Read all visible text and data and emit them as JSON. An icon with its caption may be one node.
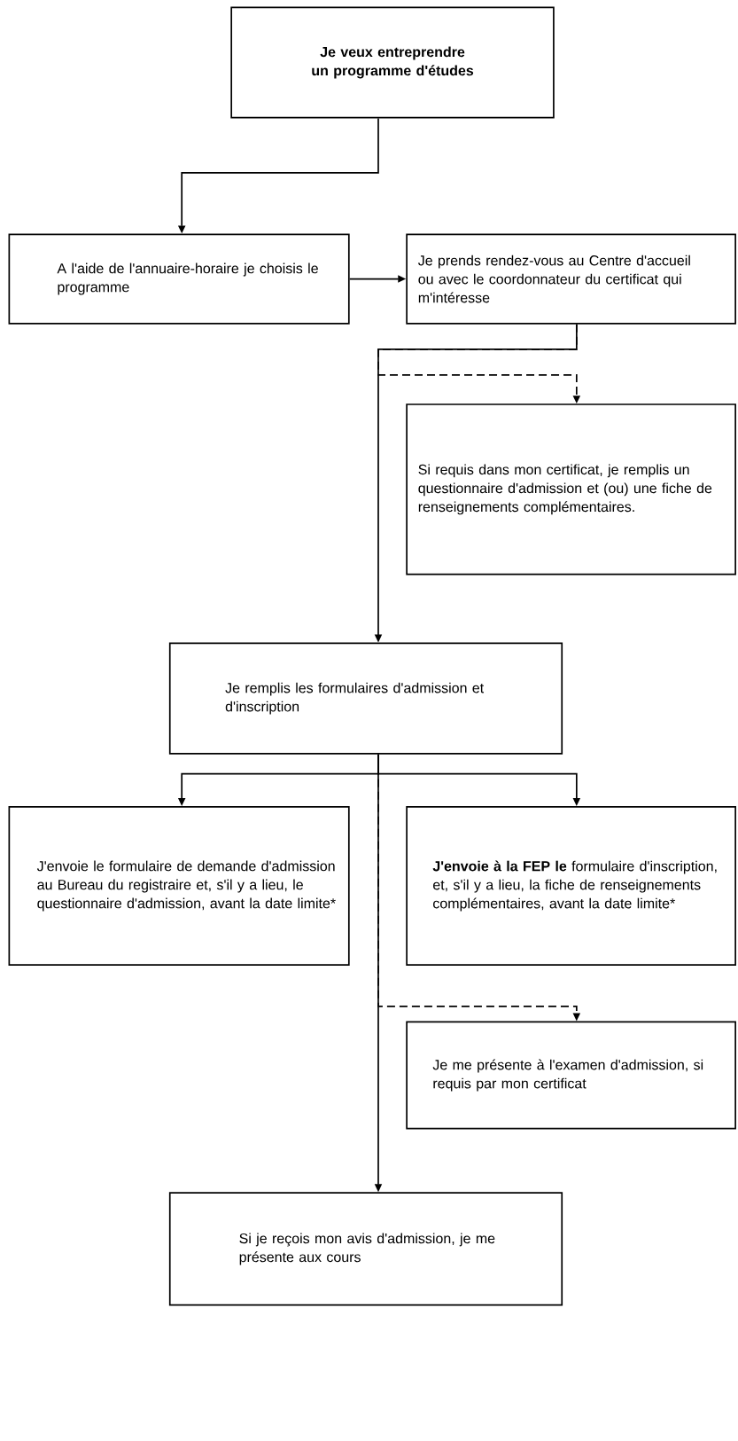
{
  "diagram": {
    "nodes": [
      {
        "text": [
          "Je veux entreprendre un programme d'études"
        ]
      },
      {
        "text": [
          "A l'aide de l'annuaire-horaire je choisis le programme"
        ]
      },
      {
        "text": [
          "Je prends rendez-vous au Centre d'accueil ou avec le coordonnateur du certificat qui m'intéresse"
        ]
      },
      {
        "text": [
          "Si requis dans mon certificat, je remplis un questionnaire d'admission et (ou) une fiche de renseignements complémentaires."
        ]
      },
      {
        "text": [
          "Je remplis les formulaires d'admission et d'inscription"
        ]
      },
      {
        "text": [
          "J'envoie le formulaire de demande d'admission au Bureau du registraire et, s'il y a lieu, le questionnaire d'admission, avant la date limite*"
        ]
      },
      {
        "text": [
          "**J'envoie à la FEP le** formulaire d'inscription, et, s'il y a lieu, la fiche de renseignements complémentaires, avant la date limite*"
        ]
      },
      {
        "text": [
          "Je me présente à l'examen d'admission, si requis par mon certificat"
        ]
      },
      {
        "text": [
          "Si je reçois mon avis d'admission, je me présente aux cours"
        ]
      }
    ],
    "edges": [
      {
        "from": 0,
        "to": 1,
        "arrow": "to"
      },
      {
        "from": 1,
        "to": 2,
        "arrow": "to"
      },
      {
        "from": 2,
        "to": 3,
        "arrow": "to",
        "style": "dashed"
      },
      {
        "from": 2,
        "to": 4,
        "arrow": "to"
      },
      {
        "from": 4,
        "to": 5,
        "arrow": "to"
      },
      {
        "from": 4,
        "to": 6,
        "arrow": "to"
      },
      {
        "from": 4,
        "to": 7,
        "arrow": "to",
        "style": "dashed"
      },
      {
        "from": 4,
        "to": 8,
        "arrow": "to"
      }
    ]
  }
}
